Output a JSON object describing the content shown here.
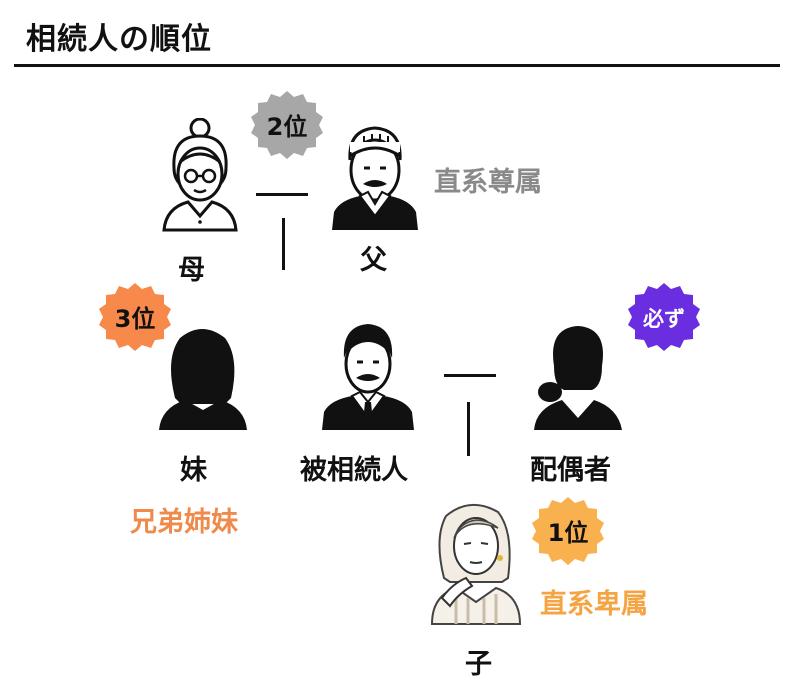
{
  "title": "相続人の順位",
  "people": {
    "mother": "母",
    "father": "父",
    "sister": "妹",
    "decedent": "被相続人",
    "spouse": "配偶者",
    "child": "子"
  },
  "categories": {
    "ascendants": "直系尊属",
    "siblings": "兄弟姉妹",
    "descendants": "直系卑属"
  },
  "badges": {
    "rank2": "2位",
    "rank3": "3位",
    "always": "必ず",
    "rank1": "1位"
  },
  "colors": {
    "rank2": "#a7a7a7",
    "rank3": "#f7894a",
    "always": "#6a2ee0",
    "rank1": "#f9b04f",
    "ascendants_text": "#8a8a8a",
    "siblings_text": "#f08a4b",
    "descendants_text": "#f5a443"
  }
}
